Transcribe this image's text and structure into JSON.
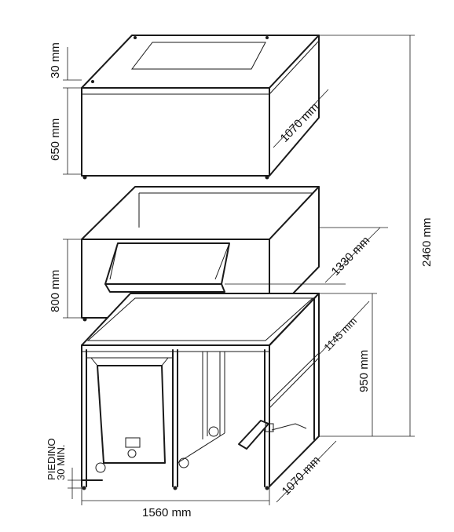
{
  "dimensions": {
    "top_height": "30 mm",
    "upper_height": "650 mm",
    "upper_depth": "1070 mm",
    "middle_height": "800 mm",
    "middle_depth": "1330 mm",
    "base_depth_upper": "1145 mm",
    "base_height": "950 mm",
    "total_height": "2460 mm",
    "base_depth_lower": "1070 mm",
    "base_width": "1560 mm",
    "foot_line1": "PIEDINO",
    "foot_line2": "30 MIN."
  }
}
